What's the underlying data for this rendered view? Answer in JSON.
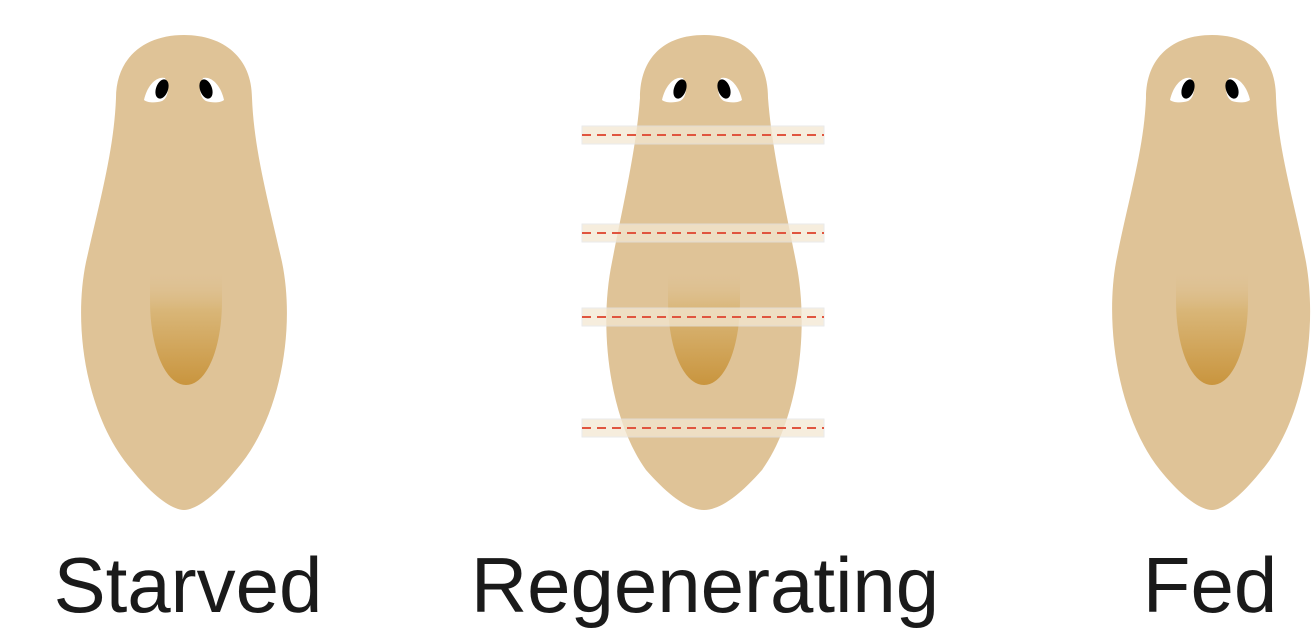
{
  "panels": [
    {
      "label": "Starved",
      "cuts": false,
      "gut_visible": true
    },
    {
      "label": "Regenerating",
      "cuts": true,
      "cut_count": 4,
      "gut_visible": true
    },
    {
      "label": "Fed",
      "cuts": false,
      "gut_visible": true
    }
  ],
  "colors": {
    "body": "#dfc397",
    "gut_top": "#dfc397",
    "gut_bottom": "#c9953e",
    "eye_white": "#ffffff",
    "eye_pupil": "#000000",
    "cut_band": "#f3e7d2",
    "cut_line": "#e0553f",
    "label_text": "#1a1a1a"
  },
  "icons": {
    "worm": "planarian-icon",
    "eye": "eyespot-icon",
    "cut": "amputation-line-icon"
  }
}
